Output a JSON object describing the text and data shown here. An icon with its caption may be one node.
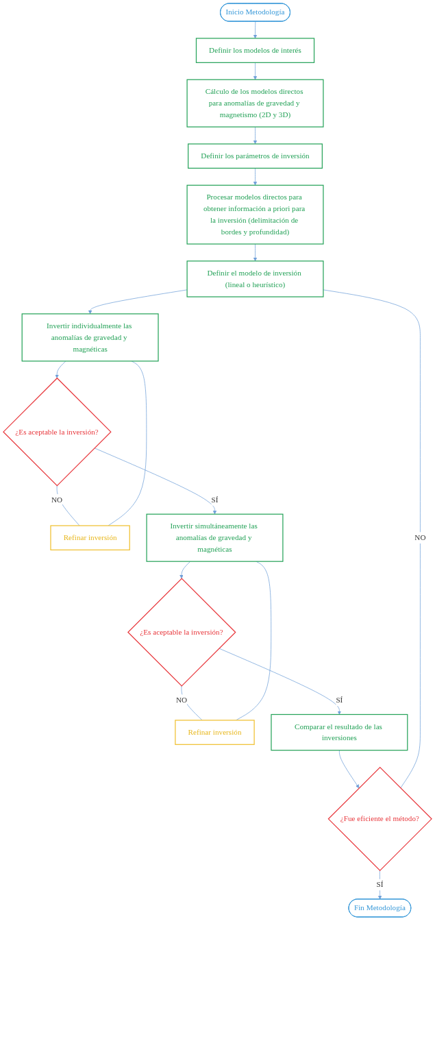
{
  "diagram": {
    "nodes": [
      {
        "text": [
          "Inicio Metodología"
        ]
      },
      {
        "text": [
          "Definir los modelos de interés"
        ]
      },
      {
        "text": [
          "Cálculo de los modelos directos para anomalías de gravedad y magnetismo (2D y 3D)"
        ]
      },
      {
        "text": [
          "Definir los parámetros de inversión"
        ]
      },
      {
        "text": [
          "Procesar modelos directos para obtener información a priori para la inversión (delimitación de bordes y profundidad)"
        ]
      },
      {
        "text": [
          "Definir el modelo de inversión (lineal o heurístico)"
        ]
      },
      {
        "text": [
          "Invertir individualmente las anomalías de gravedad y magnéticas"
        ]
      },
      {
        "text": [
          "Refinar inversión"
        ]
      },
      {
        "text": [
          "¿Es aceptable la inversión?"
        ]
      },
      {
        "text": [
          "Invertir simultáneamente las anomalías de gravedad y magnéticas"
        ]
      },
      {
        "text": [
          "Refinar inversión"
        ]
      },
      {
        "text": [
          "¿Es aceptable la inversión?"
        ]
      },
      {
        "text": [
          "Comparar el resultado de las inversiones"
        ]
      },
      {
        "text": [
          "¿Fue eficiente el método?"
        ]
      },
      {
        "text": [
          "Fin Metodología"
        ]
      }
    ],
    "edges": [
      {
        "from": 0,
        "to": 1,
        "arrow": "to"
      },
      {
        "from": 1,
        "to": 2,
        "arrow": "to"
      },
      {
        "from": 2,
        "to": 3,
        "arrow": "to"
      },
      {
        "from": 3,
        "to": 4,
        "arrow": "to"
      },
      {
        "from": 4,
        "to": 5,
        "arrow": "to"
      },
      {
        "from": 5,
        "to": 6,
        "arrow": "to"
      },
      {
        "from": 6,
        "to": 8,
        "arrow": "to"
      },
      {
        "from": 8,
        "to": 7,
        "label": "NO",
        "arrow": "none"
      },
      {
        "from": 7,
        "to": 6,
        "arrow": "none"
      },
      {
        "from": 8,
        "to": 9,
        "label": "SÍ",
        "arrow": "to"
      },
      {
        "from": 9,
        "to": 11,
        "arrow": "to"
      },
      {
        "from": 11,
        "to": 10,
        "label": "NO",
        "arrow": "none"
      },
      {
        "from": 10,
        "to": 9,
        "arrow": "none"
      },
      {
        "from": 11,
        "to": 12,
        "label": "SÍ",
        "arrow": "to"
      },
      {
        "from": 12,
        "to": 13,
        "arrow": "to"
      },
      {
        "from": 13,
        "to": 14,
        "label": "SÍ",
        "arrow": "to"
      },
      {
        "from": 13,
        "to": 5,
        "label": "NO",
        "arrow": "none"
      }
    ]
  }
}
